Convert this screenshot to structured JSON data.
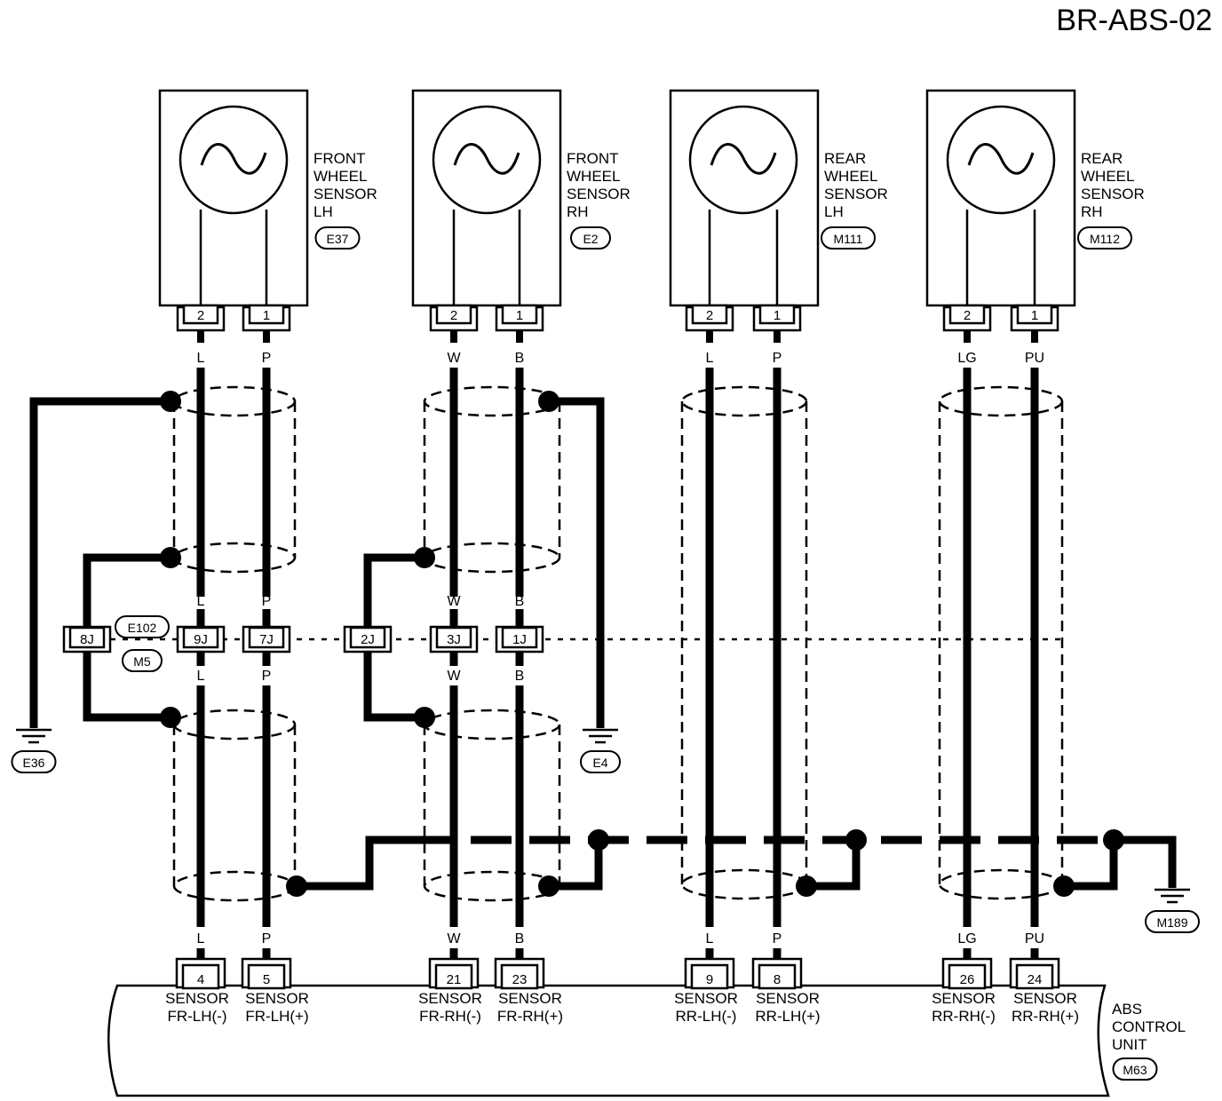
{
  "title": "BR-ABS-02",
  "sensors": [
    {
      "label": [
        "FRONT",
        "WHEEL",
        "SENSOR",
        "LH"
      ],
      "connector": "E37",
      "pins": [
        "2",
        "1"
      ],
      "wires": [
        "L",
        "P"
      ],
      "ecu_pins": [
        "4",
        "5"
      ],
      "ecu_labels": [
        [
          "SENSOR",
          "FR-LH(-)"
        ],
        [
          "SENSOR",
          "FR-LH(+)"
        ]
      ]
    },
    {
      "label": [
        "FRONT",
        "WHEEL",
        "SENSOR",
        "RH"
      ],
      "connector": "E2",
      "pins": [
        "2",
        "1"
      ],
      "wires": [
        "W",
        "B"
      ],
      "ecu_pins": [
        "21",
        "23"
      ],
      "ecu_labels": [
        [
          "SENSOR",
          "FR-RH(-)"
        ],
        [
          "SENSOR",
          "FR-RH(+)"
        ]
      ]
    },
    {
      "label": [
        "REAR",
        "WHEEL",
        "SENSOR",
        "LH"
      ],
      "connector": "M111",
      "pins": [
        "2",
        "1"
      ],
      "wires": [
        "L",
        "P"
      ],
      "ecu_pins": [
        "9",
        "8"
      ],
      "ecu_labels": [
        [
          "SENSOR",
          "RR-LH(-)"
        ],
        [
          "SENSOR",
          "RR-LH(+)"
        ]
      ]
    },
    {
      "label": [
        "REAR",
        "WHEEL",
        "SENSOR",
        "RH"
      ],
      "connector": "M112",
      "pins": [
        "2",
        "1"
      ],
      "wires": [
        "LG",
        "PU"
      ],
      "ecu_pins": [
        "26",
        "24"
      ],
      "ecu_labels": [
        [
          "SENSOR",
          "RR-RH(-)"
        ],
        [
          "SENSOR",
          "RR-RH(+)"
        ]
      ]
    }
  ],
  "joint": {
    "connectors": [
      "E102",
      "M5"
    ],
    "pins": [
      "8J",
      "9J",
      "7J",
      "2J",
      "3J",
      "1J"
    ]
  },
  "grounds": [
    "E36",
    "E4",
    "M189"
  ],
  "ecu": {
    "label": [
      "ABS",
      "CONTROL",
      "UNIT"
    ],
    "connector": "M63"
  }
}
